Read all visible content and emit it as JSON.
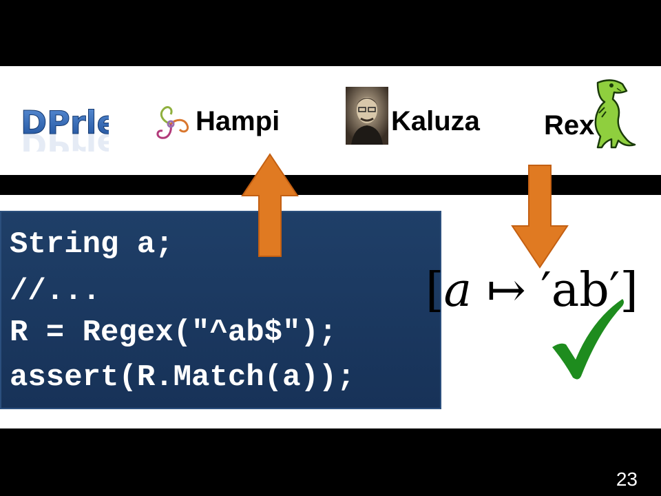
{
  "tools": {
    "dprle": "DPrle",
    "hampi": "Hampi",
    "kaluza": "Kaluza",
    "rex": "Rex"
  },
  "code": {
    "line1": "String a;",
    "line2": "//...",
    "line3": "R = Regex(\"^ab$\");",
    "line4": "assert(R.Match(a));"
  },
  "model": {
    "open_bracket": "[",
    "variable": "a",
    "maps_to": " ↦ ",
    "value": "′ab′",
    "close_bracket": "]"
  },
  "slide": {
    "number": "23"
  },
  "colors": {
    "code_background": "#1b365e",
    "arrow": "#e07a22",
    "check": "#1e8c1e"
  },
  "icons": {
    "up_arrow": "up-arrow-icon",
    "down_arrow": "down-arrow-icon",
    "check": "checkmark-icon"
  }
}
